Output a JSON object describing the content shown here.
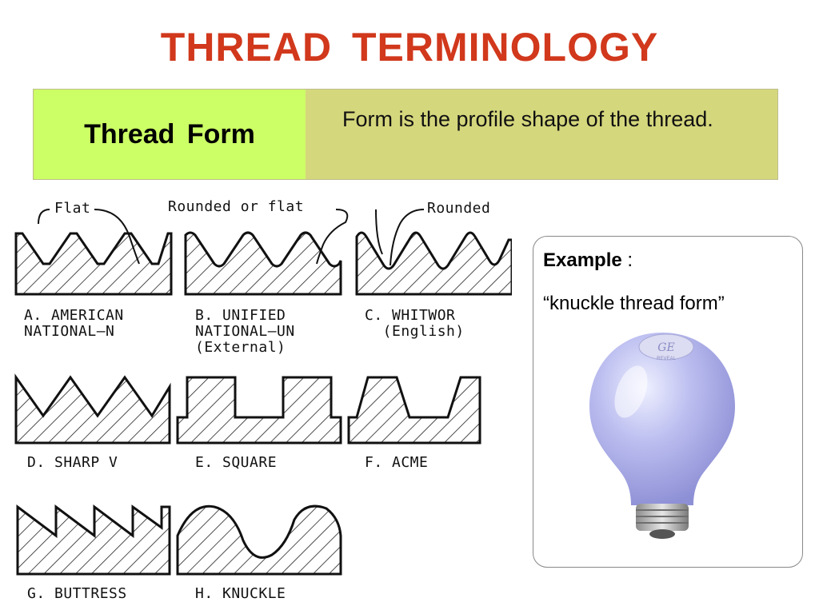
{
  "slide": {
    "title": "THREAD  TERMINOLOGY"
  },
  "definition": {
    "term": "Thread  Form",
    "text": "Form is the profile shape of the thread."
  },
  "diagram": {
    "callouts": {
      "flat": "Flat",
      "rounded_or_flat": "Rounded  or  flat",
      "rounded": "Rounded"
    },
    "forms": [
      {
        "line1": "A. AMERICAN",
        "line2": "NATIONAL—N",
        "line3": ""
      },
      {
        "line1": "B. UNIFIED",
        "line2": "NATIONAL—UN",
        "line3": "(External)"
      },
      {
        "line1": "C. WHITWOR",
        "line2": "  (English)",
        "line3": ""
      },
      {
        "line1": "D. SHARP V",
        "line2": "",
        "line3": ""
      },
      {
        "line1": "E. SQUARE",
        "line2": "",
        "line3": ""
      },
      {
        "line1": "F. ACME",
        "line2": "",
        "line3": ""
      },
      {
        "line1": "G. BUTTRESS",
        "line2": "",
        "line3": ""
      },
      {
        "line1": "H. KNUCKLE",
        "line2": "",
        "line3": ""
      }
    ]
  },
  "example": {
    "heading": "Example",
    "separator": " :",
    "text": "“knuckle thread form”",
    "bulb_label": "GE",
    "bulb_label2": "REVEAL",
    "bulb_color": "#b7b9ee"
  }
}
